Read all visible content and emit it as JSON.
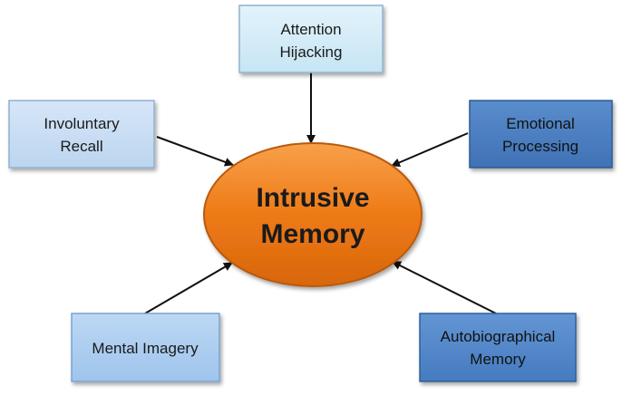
{
  "center": {
    "line1": "Intrusive",
    "line2": "Memory",
    "color": "#f07c1a"
  },
  "nodes": {
    "attention": {
      "line1": "Attention",
      "line2": "Hijacking",
      "color": "#cce9f5"
    },
    "involuntary": {
      "line1": "Involuntary",
      "line2": "Recall",
      "color": "#c4dbf2"
    },
    "emotional": {
      "line1": "Emotional",
      "line2": "Processing",
      "color": "#4a7ec0"
    },
    "mental": {
      "line1": "Mental Imagery",
      "color": "#a9cbee"
    },
    "autobiographical": {
      "line1": "Autobiographical",
      "line2": "Memory",
      "color": "#4f86c9"
    }
  }
}
